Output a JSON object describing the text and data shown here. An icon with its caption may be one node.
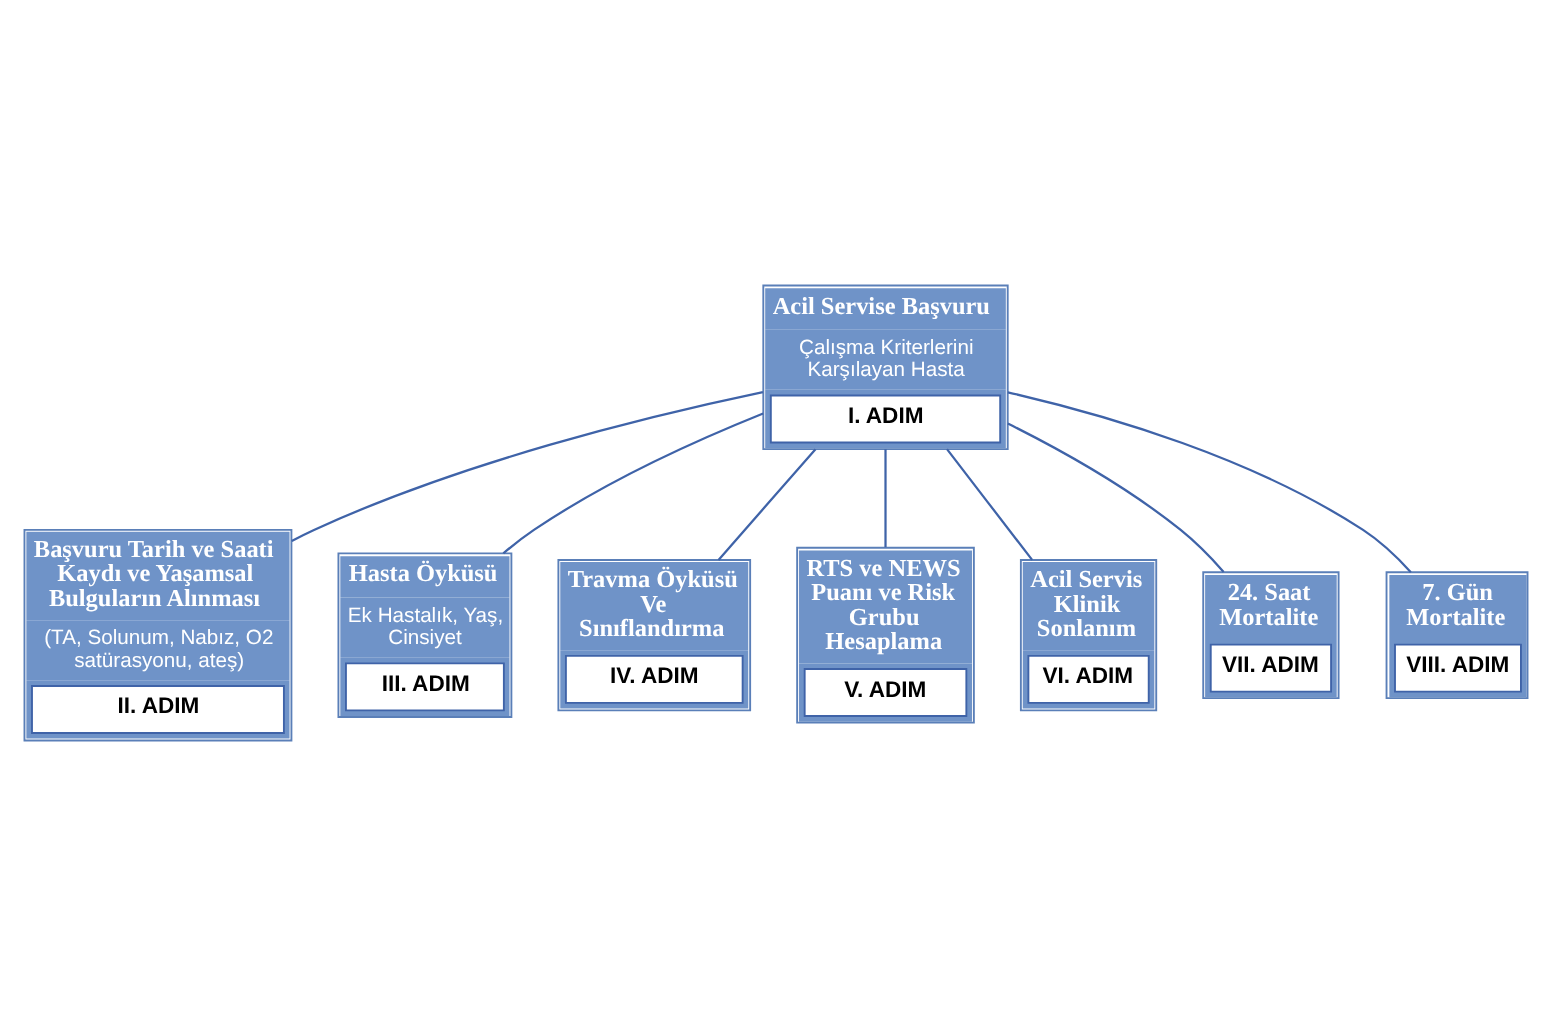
{
  "diagram": {
    "nodes": [
      {
        "text": [
          "Acil Servise Başvuru",
          "Çalışma Kriterlerini Karşılayan Hasta",
          "I. ADIM"
        ]
      },
      {
        "text": [
          "Başvuru Tarih ve Saati Kaydı ve Yaşamsal Bulguların Alınması",
          "(TA, Solunum, Nabız, O2 satürasyonu, ateş)",
          "II. ADIM"
        ]
      },
      {
        "text": [
          "Hasta Öyküsü",
          "Ek Hastalık, Yaş, Cinsiyet",
          "III. ADIM"
        ]
      },
      {
        "text": [
          "Travma Öyküsü Ve Sınıflandırma",
          "IV. ADIM"
        ]
      },
      {
        "text": [
          "RTS ve NEWS Puanı ve Risk Grubu Hesaplama",
          "V. ADIM"
        ]
      },
      {
        "text": [
          "Acil Servis Klinik Sonlanım",
          "VI. ADIM"
        ]
      },
      {
        "text": [
          "24. Saat Mortalite",
          "VII. ADIM"
        ]
      },
      {
        "text": [
          "7. Gün Mortalite",
          "VIII. ADIM"
        ]
      }
    ],
    "edges": [
      {
        "from": 0,
        "to": 1,
        "arrow": "none"
      },
      {
        "from": 0,
        "to": 2,
        "arrow": "none"
      },
      {
        "from": 0,
        "to": 3,
        "arrow": "none"
      },
      {
        "from": 0,
        "to": 4,
        "arrow": "none"
      },
      {
        "from": 0,
        "to": 5,
        "arrow": "none"
      },
      {
        "from": 0,
        "to": 6,
        "arrow": "none"
      },
      {
        "from": 0,
        "to": 7,
        "arrow": "none"
      }
    ]
  }
}
